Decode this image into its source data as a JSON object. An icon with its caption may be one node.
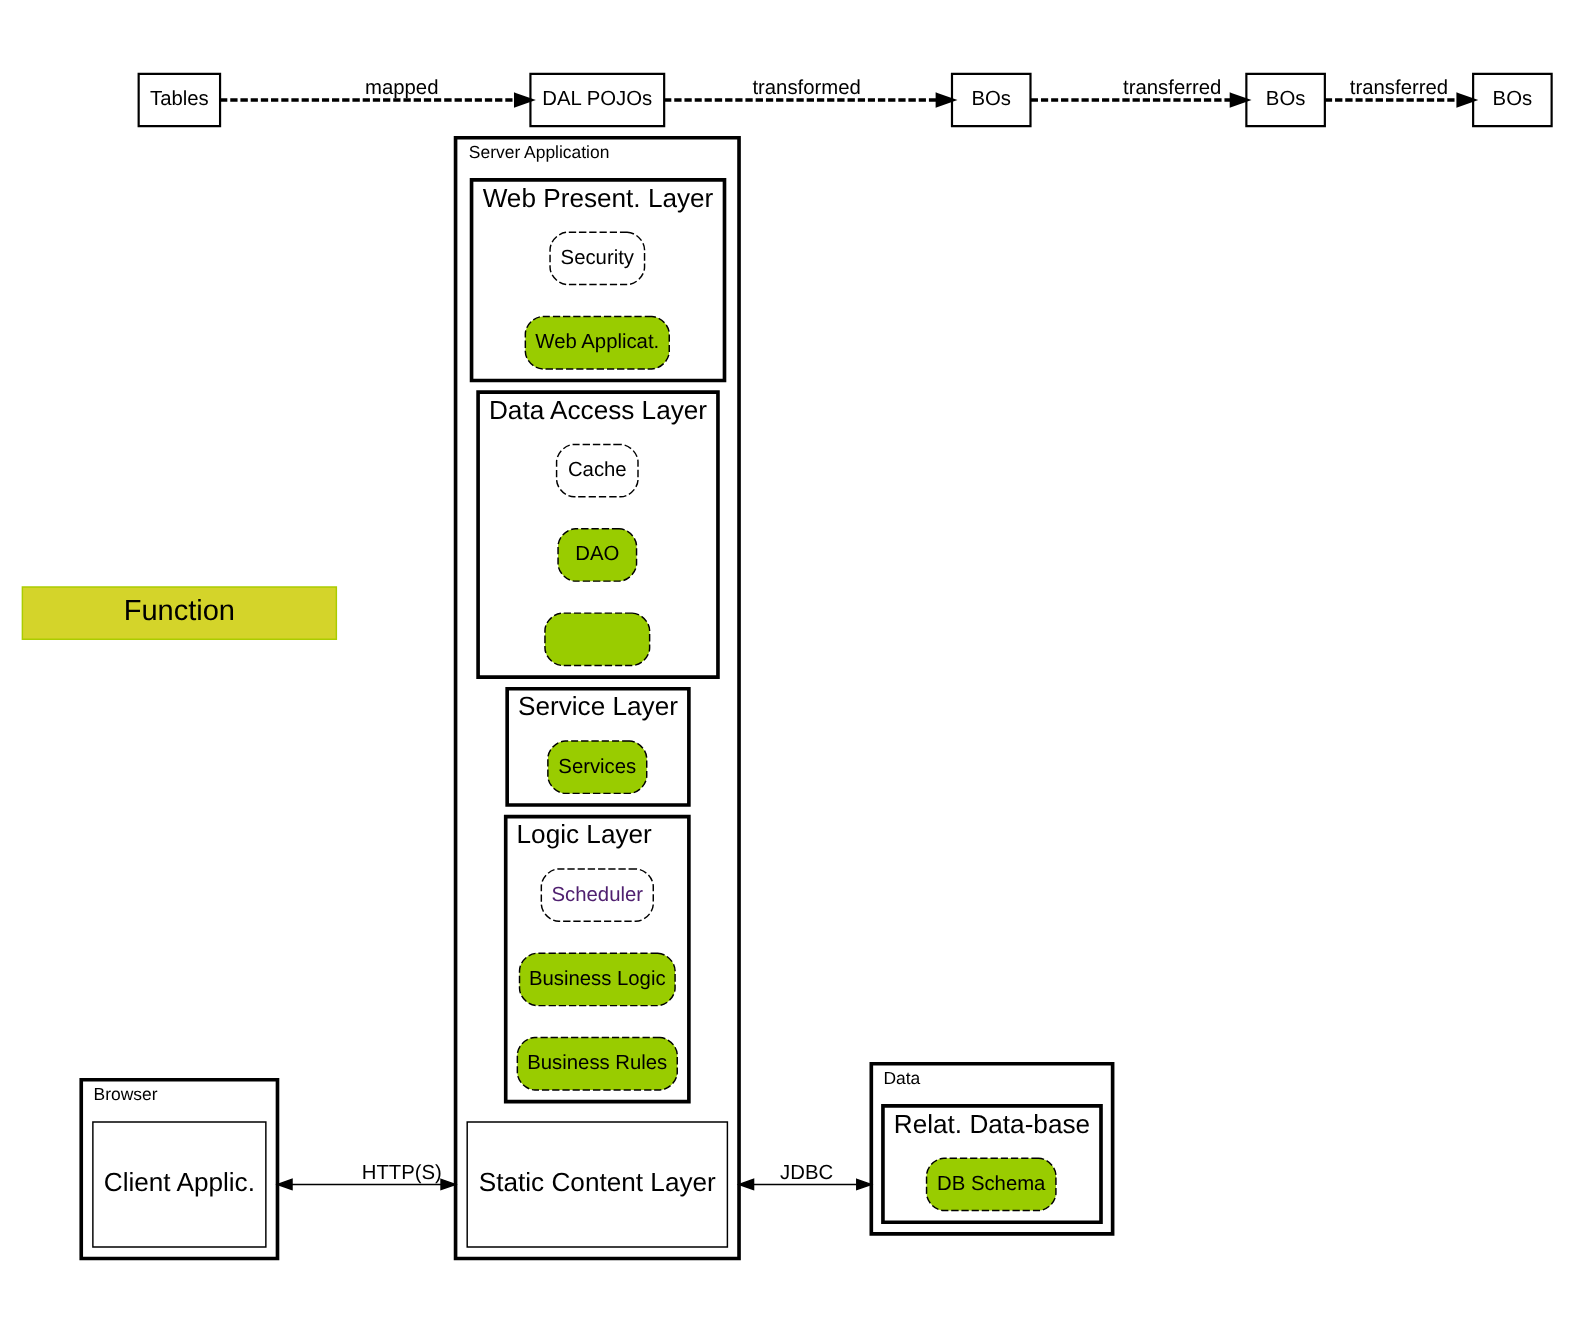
{
  "diagram": {
    "nodes": [
      {
        "text": [
          "Browser"
        ]
      },
      {
        "text": [
          "Client Applic."
        ],
        "in": 0
      },
      {
        "text": [
          "Server Application"
        ]
      },
      {
        "text": [
          "Static Content Layer"
        ],
        "in": 2
      },
      {
        "text": [
          "Web Present. Layer"
        ],
        "in": 2
      },
      {
        "text": [
          "Security"
        ],
        "in": 4
      },
      {
        "text": [
          "Web Applicat."
        ],
        "in": 4
      },
      {
        "text": [
          "Service Layer"
        ],
        "in": 2
      },
      {
        "text": [
          "Services"
        ],
        "in": 7
      },
      {
        "text": [
          "Logic Layer"
        ],
        "in": 2
      },
      {
        "text": [
          "Scheduler"
        ],
        "in": 9
      },
      {
        "text": [
          "Business Logic"
        ],
        "in": 9
      },
      {
        "text": [
          "Business Rules"
        ],
        "in": 9
      },
      {
        "text": [
          "Data Access Layer"
        ],
        "in": 2
      },
      {
        "text": [
          "Cache"
        ],
        "in": 13
      },
      {
        "text": [
          "DAO"
        ],
        "in": 13
      },
      {
        "text": [],
        "shape": "box",
        "in": 13
      },
      {
        "text": [
          "Data"
        ]
      },
      {
        "text": [
          "Relat. Data-base"
        ],
        "in": 17
      },
      {
        "text": [
          "DB Schema"
        ],
        "in": 18
      },
      {
        "text": [
          "Function"
        ]
      },
      {
        "text": [
          "BOs"
        ]
      },
      {
        "text": [
          "BOs"
        ]
      },
      {
        "text": [
          "BOs"
        ]
      },
      {
        "text": [
          "DAL POJOs"
        ]
      },
      {
        "text": [
          "Tables"
        ]
      }
    ],
    "edges": [
      {
        "from": 0,
        "to": 2,
        "arrow": "both",
        "label": "HTTP(S)"
      },
      {
        "from": 2,
        "to": 17,
        "arrow": "both",
        "label": "JDBC"
      },
      {
        "from": 25,
        "to": 24,
        "arrow": "to",
        "label": "mapped",
        "style": "dashed"
      },
      {
        "from": 24,
        "to": 23,
        "arrow": "to",
        "label": "transformed",
        "style": "dashed"
      },
      {
        "from": 23,
        "to": 22,
        "arrow": "to",
        "label": "transferred",
        "style": "dashed"
      },
      {
        "from": 22,
        "to": 21,
        "arrow": "to",
        "label": "transferred",
        "style": "dashed"
      }
    ]
  }
}
